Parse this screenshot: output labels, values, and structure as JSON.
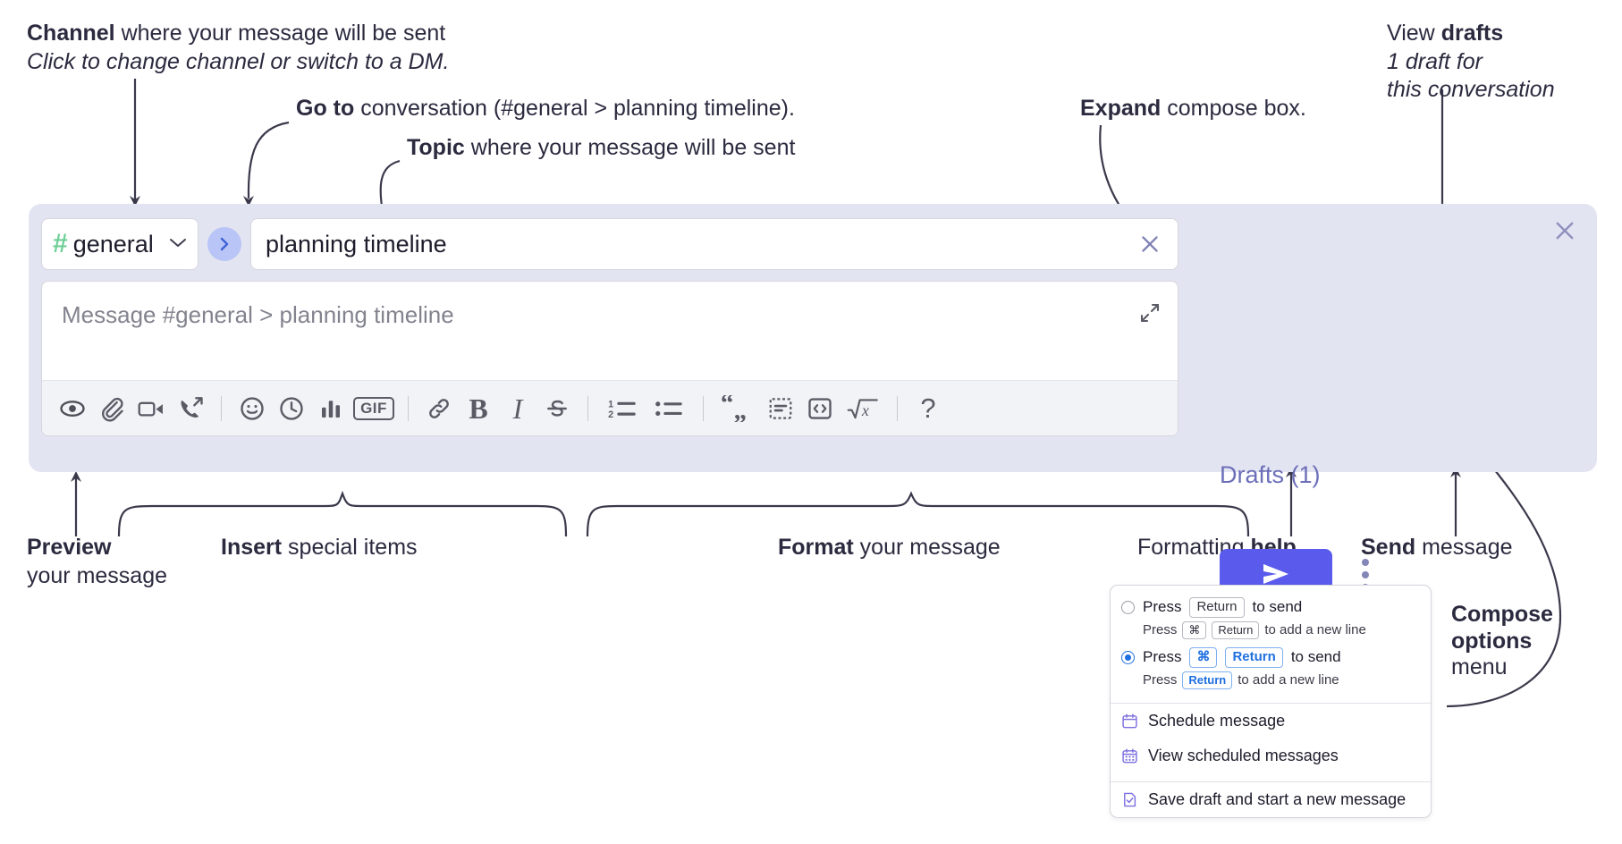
{
  "annotations": {
    "channel": {
      "bold": "Channel",
      "rest": " where your message will be sent",
      "italic": "Click to change channel or switch to a DM."
    },
    "goto": {
      "bold": "Go to",
      "rest": " conversation (#general > planning timeline)."
    },
    "topic": {
      "bold": "Topic",
      "rest": " where your message will be sent"
    },
    "expand": {
      "bold": "Expand",
      "rest": " compose box."
    },
    "drafts": {
      "bold_prefix": "View ",
      "bold": "drafts",
      "italic_line1": "1 draft for",
      "italic_line2": "this conversation"
    },
    "preview": {
      "bold": "Preview",
      "rest": "your message"
    },
    "insert": {
      "bold": "Insert",
      "rest": " special items"
    },
    "format": {
      "bold": "Format",
      "rest": " your message"
    },
    "help": {
      "prefix": "Formatting ",
      "bold": "help"
    },
    "send": {
      "bold": "Send",
      "rest": " message"
    },
    "compose_options": {
      "bold_line1": "Compose",
      "bold_line2": "options",
      "rest": "menu"
    }
  },
  "compose": {
    "channel": {
      "hash": "#",
      "name": "general",
      "chevron": "chevron-down"
    },
    "goto_label": "go-to-conversation",
    "topic": {
      "value": "planning timeline",
      "clear_label": "clear-topic"
    },
    "message": {
      "placeholder": "Message #general > planning timeline"
    },
    "drafts_label": "Drafts (1)",
    "send_label": "send",
    "toolbar": [
      {
        "name": "preview-icon",
        "title": "Preview"
      },
      {
        "name": "attachment-icon",
        "title": "Attach file"
      },
      {
        "name": "video-icon",
        "title": "Record video clip"
      },
      {
        "name": "audio-call-icon",
        "title": "Record audio clip"
      },
      {
        "name": "separator-1",
        "title": ""
      },
      {
        "name": "emoji-icon",
        "title": "Emoji"
      },
      {
        "name": "clock-icon",
        "title": "Schedule"
      },
      {
        "name": "poll-icon",
        "title": "Poll"
      },
      {
        "name": "gif-icon",
        "title": "GIF"
      },
      {
        "name": "separator-2",
        "title": ""
      },
      {
        "name": "link-icon",
        "title": "Link"
      },
      {
        "name": "bold-icon",
        "title": "Bold"
      },
      {
        "name": "italic-icon",
        "title": "Italic"
      },
      {
        "name": "strikethrough-icon",
        "title": "Strikethrough"
      },
      {
        "name": "separator-3",
        "title": ""
      },
      {
        "name": "ordered-list-icon",
        "title": "Ordered list"
      },
      {
        "name": "bullet-list-icon",
        "title": "Bulleted list"
      },
      {
        "name": "separator-4",
        "title": ""
      },
      {
        "name": "blockquote-icon",
        "title": "Blockquote"
      },
      {
        "name": "code-block-icon",
        "title": "Code block"
      },
      {
        "name": "inline-code-icon",
        "title": "Code"
      },
      {
        "name": "math-icon",
        "title": "Math"
      },
      {
        "name": "separator-5",
        "title": ""
      },
      {
        "name": "help-icon",
        "title": "Formatting help"
      }
    ],
    "gif_label": "GIF",
    "bold_glyph": "B",
    "italic_glyph": "I",
    "help_glyph": "?"
  },
  "menu": {
    "options": [
      {
        "selected": false,
        "main": {
          "pre": "Press",
          "key": "Return",
          "post": "to send"
        },
        "sub": {
          "pre": "Press",
          "key1": "⌘",
          "key2": "Return",
          "post": "to add a new line"
        }
      },
      {
        "selected": true,
        "main": {
          "pre": "Press",
          "key1": "⌘",
          "key2": "Return",
          "post": "to send"
        },
        "sub": {
          "pre": "Press",
          "key": "Return",
          "post": "to add a new line"
        }
      }
    ],
    "items": [
      {
        "icon": "calendar-schedule-icon",
        "label": "Schedule message"
      },
      {
        "icon": "calendar-grid-icon",
        "label": "View scheduled messages"
      },
      {
        "icon": "save-draft-icon",
        "label": "Save draft and start a new message"
      }
    ]
  },
  "colors": {
    "panel_bg": "#e3e4f1",
    "send_purple": "#5a5aed",
    "hash_green": "#6fcf97",
    "goto_blue": "#b9c5f6",
    "link_purple": "#6c6fb8",
    "accent_blue": "#1f6fe0"
  }
}
